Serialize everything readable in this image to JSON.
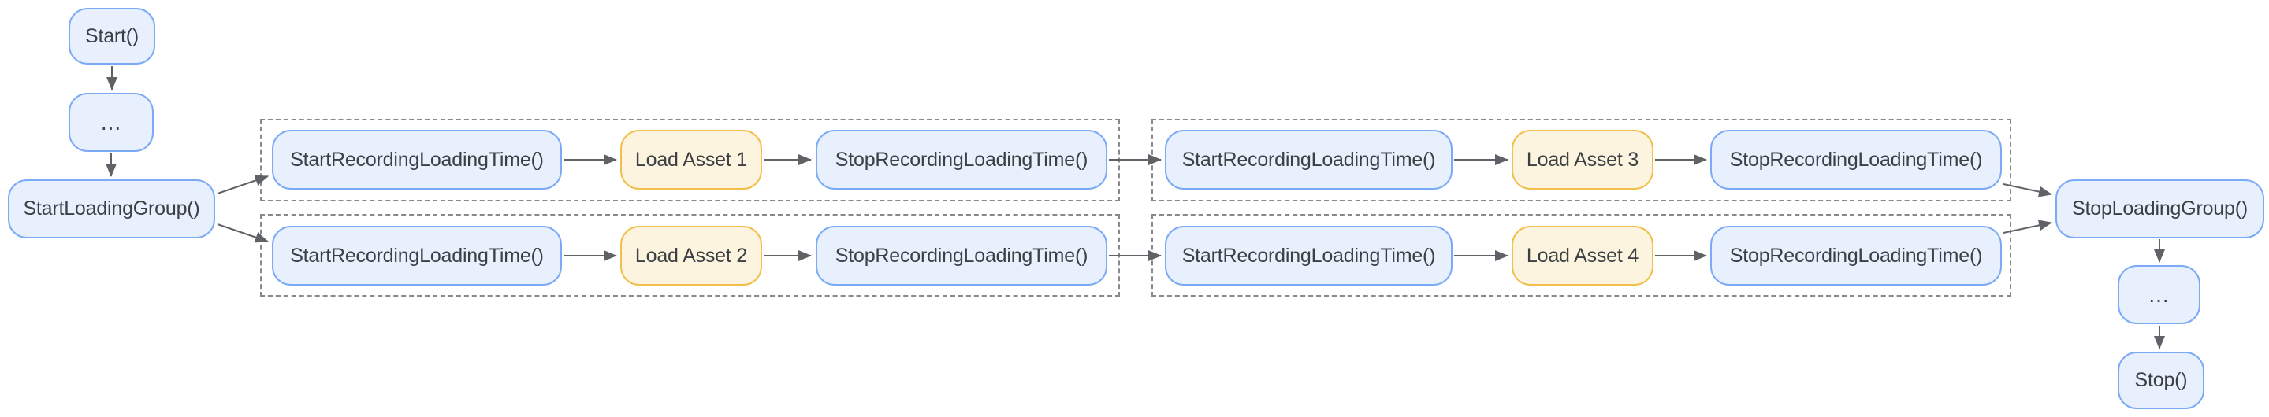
{
  "colors": {
    "background": "#ffffff",
    "node_fill_blue": "#e8f0fe",
    "node_border_blue": "#7baaf7",
    "node_fill_yellow": "#fcf4de",
    "node_border_yellow": "#f0bf4c",
    "arrow": "#5f6368",
    "group_border": "#87898c",
    "text": "#3c4043"
  },
  "nodes": {
    "start": "Start()",
    "ellipsis_top": "...",
    "start_loading_group": "StartLoadingGroup()",
    "start_rec_r1g1": "StartRecordingLoadingTime()",
    "load_asset_1": "Load Asset 1",
    "stop_rec_r1g1": "StopRecordingLoadingTime()",
    "start_rec_r2g1": "StartRecordingLoadingTime()",
    "load_asset_2": "Load Asset 2",
    "stop_rec_r2g1": "StopRecordingLoadingTime()",
    "start_rec_r1g2": "StartRecordingLoadingTime()",
    "load_asset_3": "Load Asset 3",
    "stop_rec_r1g2": "StopRecordingLoadingTime()",
    "start_rec_r2g2": "StartRecordingLoadingTime()",
    "load_asset_4": "Load Asset 4",
    "stop_rec_r2g2": "StopRecordingLoadingTime()",
    "stop_loading_group": "StopLoadingGroup()",
    "ellipsis_bottom": "...",
    "stop": "Stop()"
  }
}
